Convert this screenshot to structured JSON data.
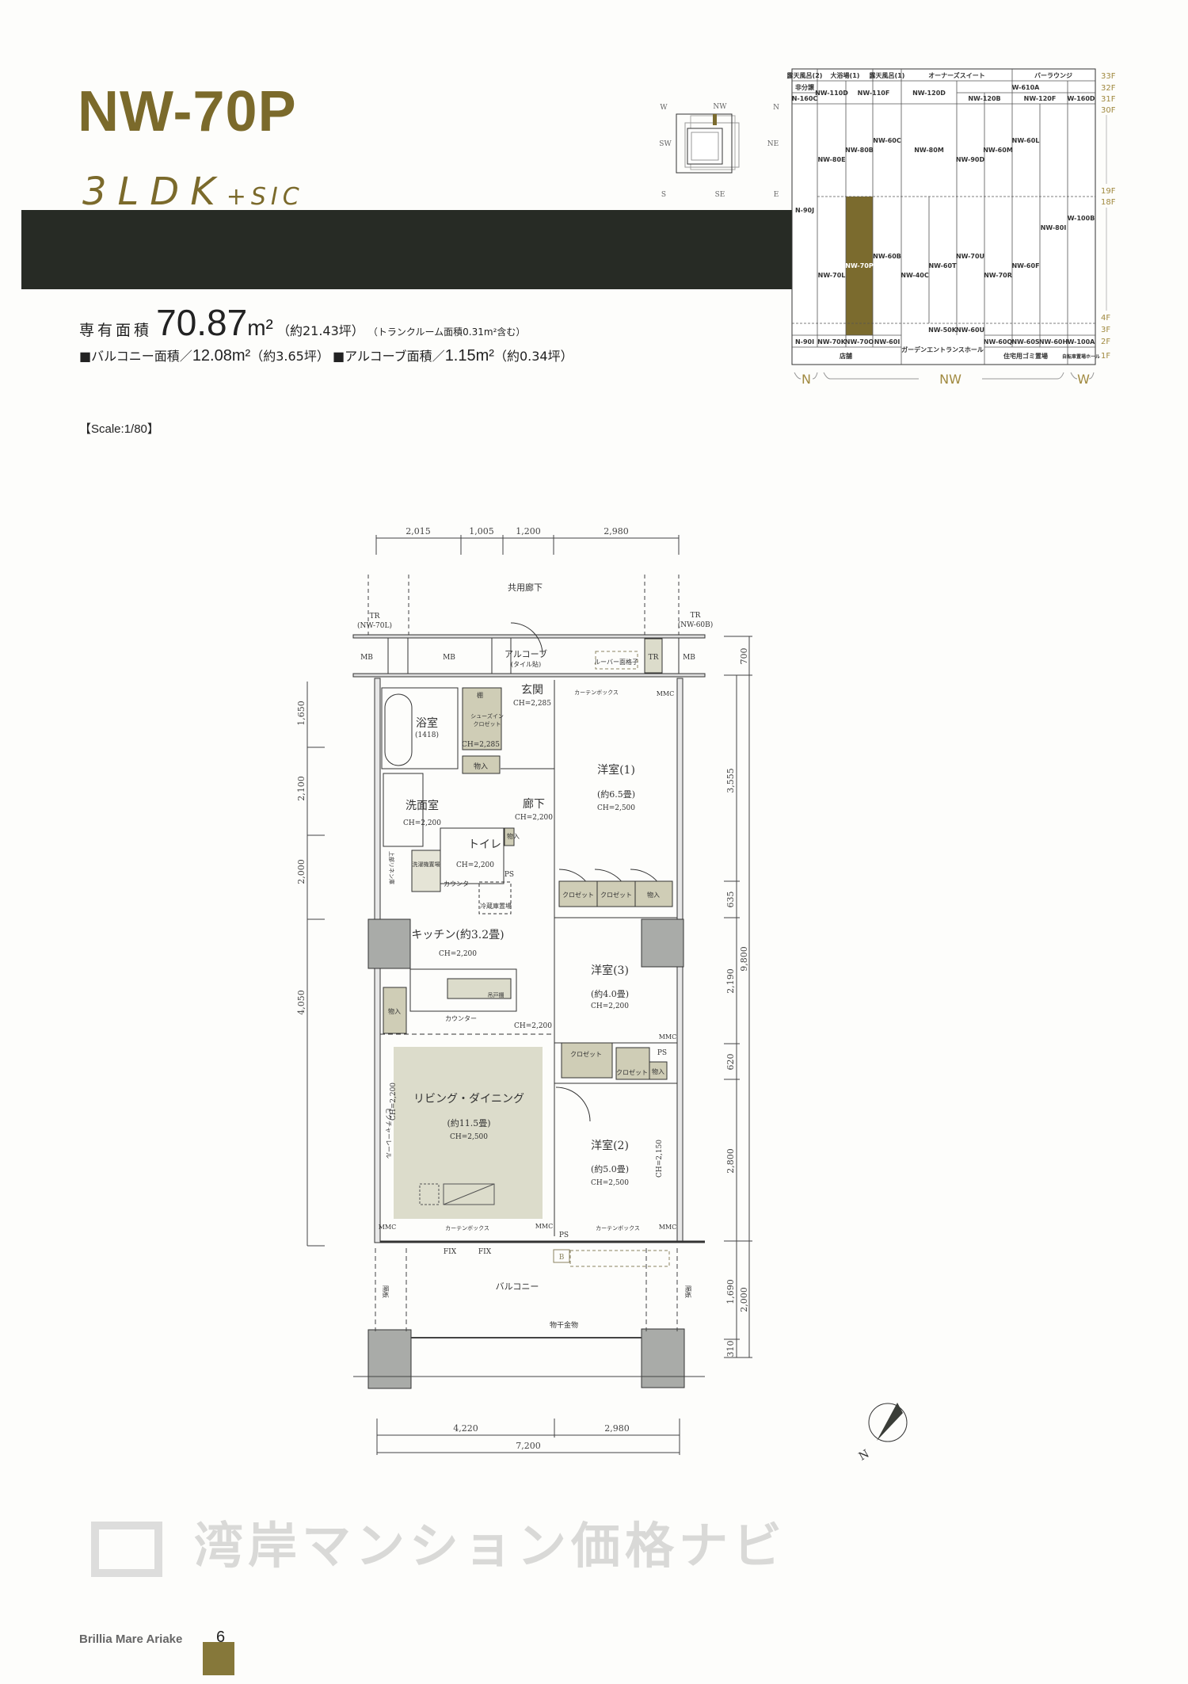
{
  "header": {
    "unit_name": "NW-70P",
    "layout_type": "3LDK",
    "layout_suffix": "+SIC",
    "area_label": "専有面積",
    "area_value": "70.87",
    "area_unit": "m²",
    "area_tsubo": "（約21.43坪）",
    "area_note": "（トランクルーム面積0.31m²含む）",
    "balcony": {
      "label": "■バルコニー面積／",
      "value": "12.08m²",
      "tsubo": "（約3.65坪）"
    },
    "alcove": {
      "label": "■アルコーブ面積／",
      "value": "1.15m²",
      "tsubo": "（約0.34坪）"
    },
    "scale": "【Scale:1/80】"
  },
  "colors": {
    "brand": "#7b6a2b",
    "band": "#272b25",
    "highlight": "#7b6b2e",
    "room_fill": "#dcdccb"
  },
  "compass_small": {
    "top": "NW",
    "left": "SW",
    "right": "NE",
    "bottom": "SE",
    "tl": "W",
    "tr": "N",
    "bl": "S",
    "br": "E"
  },
  "keyplan": {
    "floors": [
      "33F",
      "32F",
      "31F",
      "30F",
      "19F",
      "18F",
      "4F",
      "3F",
      "2F",
      "1F"
    ],
    "row33": [
      "露天風呂(2)",
      "大浴場(1)",
      "露天風呂(1)",
      "オーナーズスイート",
      "バーラウンジ"
    ],
    "row32": [
      "非分譲",
      "NW-110D",
      "NW-110F",
      "NW-120D",
      "W-610A"
    ],
    "row31": [
      "N-160C",
      "NW-120B",
      "NW-120F",
      "W-160D"
    ],
    "upper": [
      "NW-80E",
      "NW-80B",
      "NW-60C",
      "NW-80M",
      "NW-90D",
      "NW-60M",
      "NW-60L",
      "NW-80I",
      "W-100B",
      "N-90J"
    ],
    "lower": [
      "NW-70L",
      "NW-70P",
      "NW-60B",
      "NW-40C",
      "NW-60T",
      "NW-70U",
      "NW-70R",
      "NW-60F"
    ],
    "row3": [
      "NW-50K",
      "NW-60U"
    ],
    "row2": [
      "N-90I",
      "NW-70K",
      "NW-70O",
      "NW-60I",
      "ガーデンエントランスホール",
      "NW-60Q",
      "NW-60S",
      "NW-60H",
      "W-100A"
    ],
    "row1": [
      "店舗",
      "住宅用ゴミ置場",
      "自転車置場ホール"
    ],
    "wings": [
      "N",
      "NW",
      "W"
    ]
  },
  "floorplan": {
    "top_dims": [
      "2,015",
      "1,005",
      "1,200",
      "2,980"
    ],
    "left_dims": [
      "1,650",
      "2,100",
      "2,000",
      "4,050"
    ],
    "right_dims": [
      "700",
      "3,555",
      "635",
      "2,190",
      "9,800",
      "620",
      "2,800",
      "1,690",
      "2,000",
      "310"
    ],
    "bottom_dims": [
      "4,220",
      "2,980",
      "7,200"
    ],
    "corridor": "共用廊下",
    "tr_left": [
      "TR",
      "(NW-70L)"
    ],
    "tr_right": [
      "TR",
      "(NW-60B)"
    ],
    "mb": "MB",
    "tr": "TR",
    "alcove": [
      "アルコーブ",
      "(タイル貼)"
    ],
    "louver": "ルーバー面格子",
    "entrance": [
      "玄関",
      "CH=2,285"
    ],
    "bath": [
      "浴室",
      "(1418)"
    ],
    "sic": [
      "棚",
      "シューズイン",
      "クロゼット",
      "CH=2,285"
    ],
    "storage": "物入",
    "hall": [
      "廊下",
      "CH=2,200"
    ],
    "washroom": [
      "洗面室",
      "CH=2,200"
    ],
    "linen": "上部リネン庫",
    "washer": "洗濯機置場",
    "toilet": [
      "トイレ",
      "CH=2,200"
    ],
    "ps": "PS",
    "counter": "カウンター",
    "fridge": "冷蔵庫置場",
    "room1": [
      "洋室(1)",
      "(約6.5畳)",
      "CH=2,500"
    ],
    "closet": "クロゼット",
    "curtain_box": "カーテンボックス",
    "kitchen": [
      "キッチン(約3.2畳)",
      "CH=2,200"
    ],
    "kitchen_ch": "CH=2,200",
    "wall_cabinet": "吊戸棚",
    "room3": [
      "洋室(3)",
      "(約4.0畳)",
      "CH=2,200"
    ],
    "living": [
      "リビング・ダイニング",
      "(約11.5畳)",
      "CH=2,500"
    ],
    "living_ch": "CH=2,200",
    "picture_rail": "ピクチャーレール",
    "room2": [
      "洋室(2)",
      "(約5.0畳)",
      "CH=2,500"
    ],
    "room2_ch": "CH=2,150",
    "mmc": "MMC",
    "fix": "FIX",
    "b": "B",
    "balcony": "バルコニー",
    "partition": "隔板",
    "laundry": "物干金物",
    "north": "N"
  },
  "watermark": "湾岸マンション価格ナビ",
  "footer": {
    "brand": "Brillia Mare Ariake",
    "page": "6"
  }
}
